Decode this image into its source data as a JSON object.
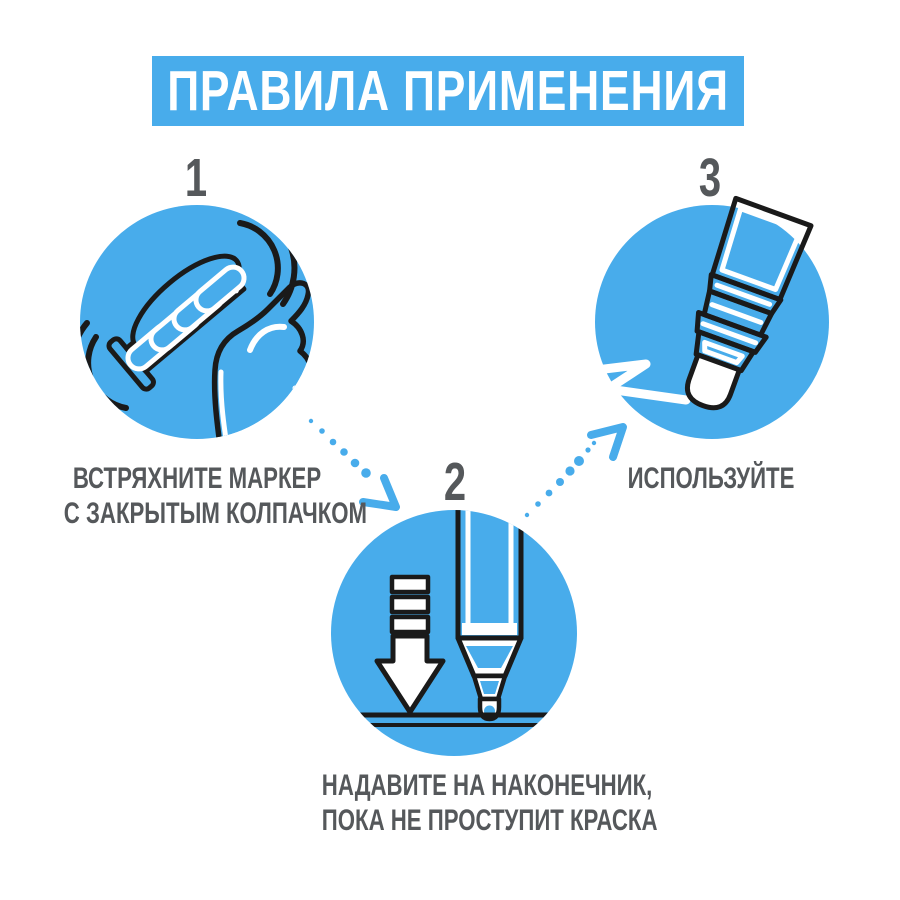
{
  "title": "ПРАВИЛА ПРИМЕНЕНИЯ",
  "colors": {
    "accent_blue": "#48ACEB",
    "text_gray": "#55585B",
    "outline_black": "#1A1A1A",
    "white": "#FFFFFF"
  },
  "steps": [
    {
      "number": "1",
      "icon": "hand-shaking-capped-marker-icon",
      "label_lines": [
        "ВСТРЯХНИТЕ МАРКЕР",
        "С ЗАКРЫТЫМ КОЛПАЧКОМ"
      ]
    },
    {
      "number": "2",
      "icon": "press-marker-nib-down-arrow-icon",
      "label_lines": [
        "НАДАВИТЕ НА НАКОНЕЧНИК,",
        "ПОКА НЕ ПРОСТУПИТ КРАСКА"
      ]
    },
    {
      "number": "3",
      "icon": "marker-drawing-line-icon",
      "label_lines": [
        "ИСПОЛЬЗУЙТЕ"
      ]
    }
  ],
  "connectors": [
    {
      "from": "1",
      "to": "2",
      "style": "dotted-arrow"
    },
    {
      "from": "2",
      "to": "3",
      "style": "dotted-arrow"
    }
  ]
}
